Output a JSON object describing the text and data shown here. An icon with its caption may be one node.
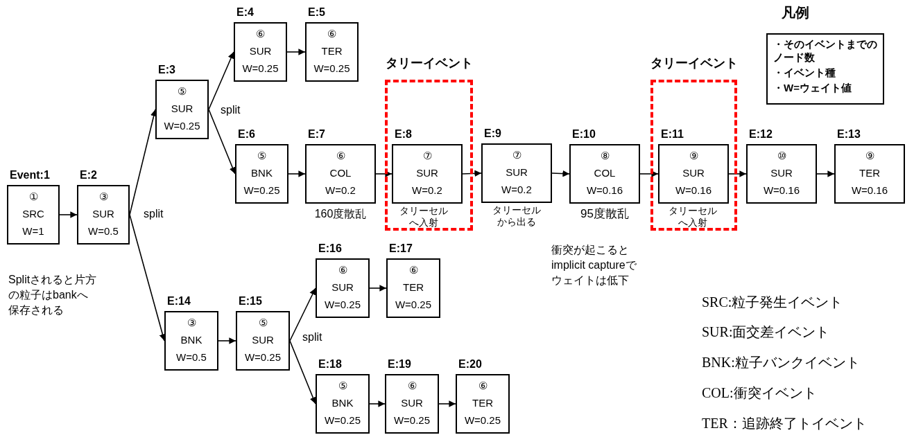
{
  "diagram": {
    "nodes": [
      {
        "text": [
          "Event:1",
          "①",
          "SRC",
          "W=1"
        ]
      },
      {
        "text": [
          "E:2",
          "③",
          "SUR",
          "W=0.5"
        ]
      },
      {
        "text": [
          "E:3",
          "⑤",
          "SUR",
          "W=0.25"
        ]
      },
      {
        "text": [
          "E:4",
          "⑥",
          "SUR",
          "W=0.25"
        ]
      },
      {
        "text": [
          "E:5",
          "⑥",
          "TER",
          "W=0.25"
        ]
      },
      {
        "text": [
          "E:6",
          "⑤",
          "BNK",
          "W=0.25"
        ]
      },
      {
        "text": [
          "E:7",
          "⑥",
          "COL",
          "W=0.2"
        ],
        "beside": [
          "160度散乱"
        ]
      },
      {
        "text": [
          "タリーイベント"
        ]
      },
      {
        "text": [
          "E:8",
          "⑦",
          "SUR",
          "W=0.2"
        ],
        "beside": [
          "タリーセルへ入射"
        ],
        "in": 7
      },
      {
        "text": [
          "E:9",
          "⑦",
          "SUR",
          "W=0.2"
        ],
        "beside": [
          "タリーセルから出る"
        ]
      },
      {
        "text": [
          "E:10",
          "⑧",
          "COL",
          "W=0.16"
        ],
        "beside": [
          "95度散乱"
        ]
      },
      {
        "text": [
          "タリーイベント"
        ]
      },
      {
        "text": [
          "E:11",
          "⑨",
          "SUR",
          "W=0.16"
        ],
        "beside": [
          "タリーセルへ入射"
        ],
        "in": 11
      },
      {
        "text": [
          "E:12",
          "⑩",
          "SUR",
          "W=0.16"
        ]
      },
      {
        "text": [
          "E:13",
          "⑨",
          "TER",
          "W=0.16"
        ]
      },
      {
        "text": [
          "E:14",
          "③",
          "BNK",
          "W=0.5"
        ]
      },
      {
        "text": [
          "E:15",
          "⑤",
          "SUR",
          "W=0.25"
        ]
      },
      {
        "text": [
          "E:16",
          "⑥",
          "SUR",
          "W=0.25"
        ]
      },
      {
        "text": [
          "E:17",
          "⑥",
          "TER",
          "W=0.25"
        ]
      },
      {
        "text": [
          "E:18",
          "⑤",
          "BNK",
          "W=0.25"
        ]
      },
      {
        "text": [
          "E:19",
          "⑥",
          "SUR",
          "W=0.25"
        ]
      },
      {
        "text": [
          "E:20",
          "⑥",
          "TER",
          "W=0.25"
        ]
      },
      {
        "text": [
          "凡例",
          "・そのイベントまでのノード数",
          "・イベント種",
          "・W=ウェイト値"
        ]
      }
    ],
    "edges": [
      {
        "from": 0,
        "to": 1,
        "arrow": "to"
      },
      {
        "from": 1,
        "to": 2,
        "arrow": "to"
      },
      {
        "from": 2,
        "to": 3,
        "arrow": "to"
      },
      {
        "from": 3,
        "to": 4,
        "arrow": "to"
      },
      {
        "from": 2,
        "to": 5,
        "arrow": "to"
      },
      {
        "from": 5,
        "to": 6,
        "arrow": "to"
      },
      {
        "from": 6,
        "to": 8,
        "arrow": "to"
      },
      {
        "from": 8,
        "to": 9,
        "arrow": "to"
      },
      {
        "from": 9,
        "to": 10,
        "arrow": "to"
      },
      {
        "from": 10,
        "to": 12,
        "arrow": "to"
      },
      {
        "from": 12,
        "to": 13,
        "arrow": "to"
      },
      {
        "from": 13,
        "to": 14,
        "arrow": "to"
      },
      {
        "from": 1,
        "to": 15,
        "arrow": "to"
      },
      {
        "from": 15,
        "to": 16,
        "arrow": "to"
      },
      {
        "from": 16,
        "to": 17,
        "arrow": "to"
      },
      {
        "from": 17,
        "to": 18,
        "arrow": "to"
      },
      {
        "from": 16,
        "to": 19,
        "arrow": "to"
      },
      {
        "from": 19,
        "to": 20,
        "arrow": "to"
      },
      {
        "from": 20,
        "to": 21,
        "arrow": "to"
      }
    ],
    "labels": [
      "split",
      "split",
      "衝突が起こるとimplicit captureでウェイトは低下",
      "Splitされると片方の粒子はbankへ保存される",
      "SRC:粒子発生イベント",
      "SUR:面交差イベント",
      "split",
      "BNK:粒子バンクイベント",
      "COL:衝突イベント",
      "TER：追跡終了トイベント"
    ]
  }
}
